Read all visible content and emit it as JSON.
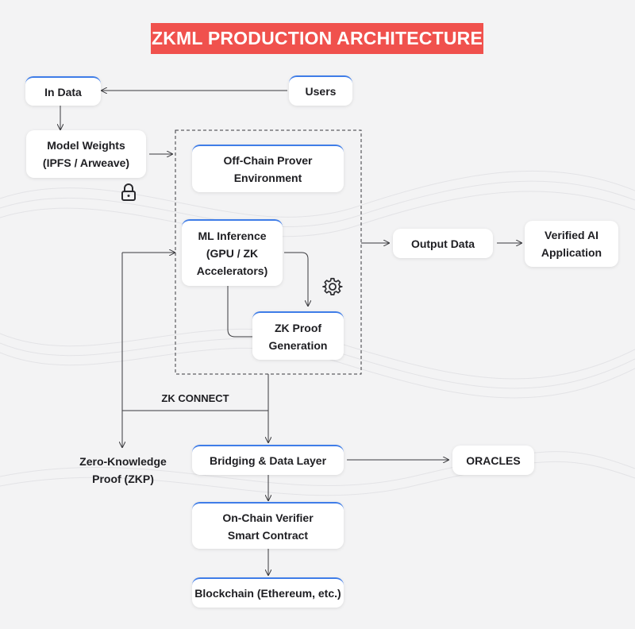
{
  "title": "ZKML PRODUCTION ARCHITECTURE",
  "colors": {
    "accent_red": "#f0514d",
    "accent_blue": "#3f7de8",
    "line": "#3a3a3e"
  },
  "nodes": {
    "in_data": "In Data",
    "users": "Users",
    "model_weights": [
      "Model Weights",
      "(IPFS / Arweave)"
    ],
    "off_chain_prover": [
      "Off-Chain Prover",
      "Environment"
    ],
    "ml_inference": [
      "ML Inference",
      "(GPU / ZK",
      "Accelerators)"
    ],
    "zk_proof_generation": [
      "ZK Proof",
      "Generation"
    ],
    "output_data": "Output Data",
    "verified_ai_application": [
      "Verified AI",
      "Application"
    ],
    "bridging_data_layer": "Bridging & Data Layer",
    "oracles": "ORACLES",
    "on_chain_verifier": [
      "On-Chain Verifier",
      "Smart Contract"
    ],
    "blockchain": "Blockchain (Ethereum, etc.)"
  },
  "labels": {
    "zk_connect": "ZK CONNECT",
    "zkp": [
      "Zero-Knowledge",
      "Proof (ZKP)"
    ]
  },
  "icons": {
    "lock": "lock-icon",
    "gear": "gear-icon"
  }
}
